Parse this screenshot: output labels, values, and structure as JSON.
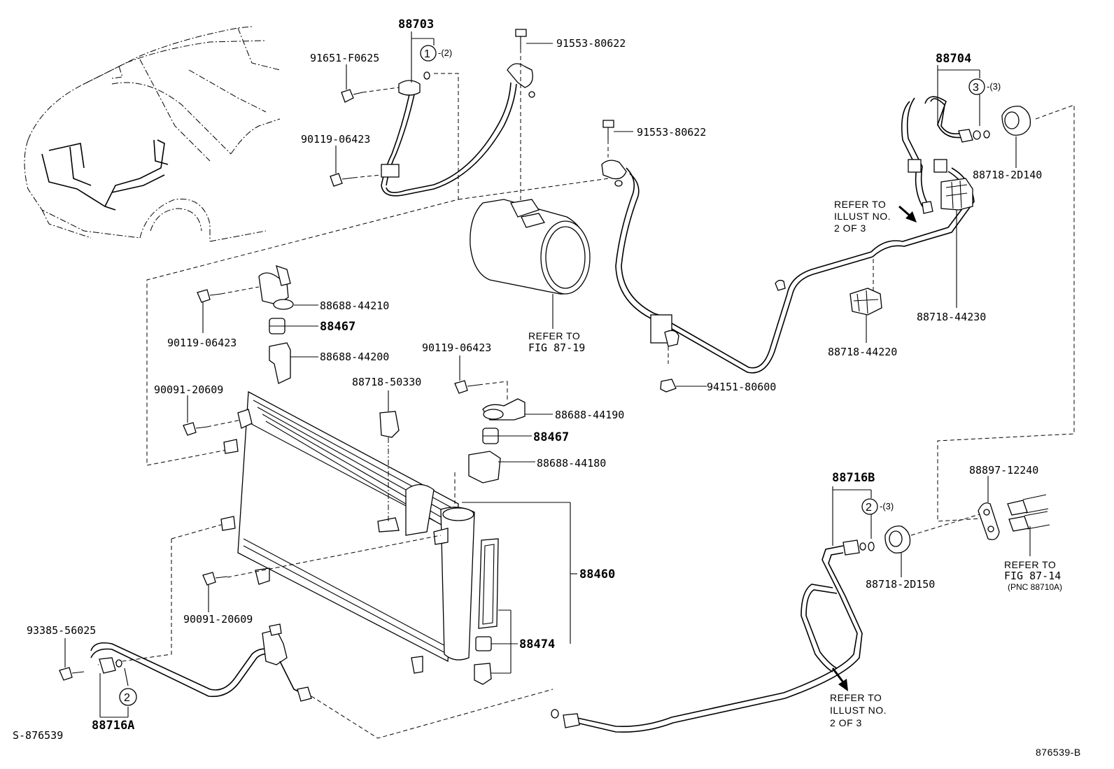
{
  "diagram": {
    "part_numbers": {
      "p88703": "88703",
      "p91651": "91651-F0625",
      "p90119_a": "90119-06423",
      "p91553_a": "91553-80622",
      "p91553_b": "91553-80622",
      "p88704": "88704",
      "p88718_2d140": "88718-2D140",
      "p88718_44230": "88718-44230",
      "p88718_44220": "88718-44220",
      "p94151": "94151-80600",
      "p88688_44210": "88688-44210",
      "p88467_a": "88467",
      "p90119_b": "90119-06423",
      "p88688_44200": "88688-44200",
      "p90091_a": "90091-20609",
      "p90119_c": "90119-06423",
      "p88718_50330": "88718-50330",
      "p88688_44190": "88688-44190",
      "p88467_b": "88467",
      "p88688_44180": "88688-44180",
      "p88460": "88460",
      "p88474": "88474",
      "p90091_b": "90091-20609",
      "p93385": "93385-56025",
      "p88716a": "88716A",
      "p88716b": "88716B",
      "p88897": "88897-12240",
      "p88718_2d150": "88718-2D150"
    },
    "circled": {
      "c1": "1",
      "c1_qty": "-(2)",
      "c3": "3",
      "c3_qty": "-(3)",
      "c2_b": "2",
      "c2_b_qty": "-(3)",
      "c2_a": "2"
    },
    "references": {
      "ref_2of3_top": [
        "REFER TO",
        "ILLUST NO.",
        "2 OF 3"
      ],
      "ref_fig8719": [
        "REFER TO",
        "FIG 87-19"
      ],
      "ref_fig8714": [
        "REFER TO",
        "FIG 87-14",
        "(PNC 88710A)"
      ],
      "ref_2of3_bottom": [
        "REFER TO",
        "ILLUST NO.",
        "2 OF 3"
      ]
    },
    "footer": {
      "left_code": "S-876539",
      "right_code": "876539-B"
    }
  }
}
